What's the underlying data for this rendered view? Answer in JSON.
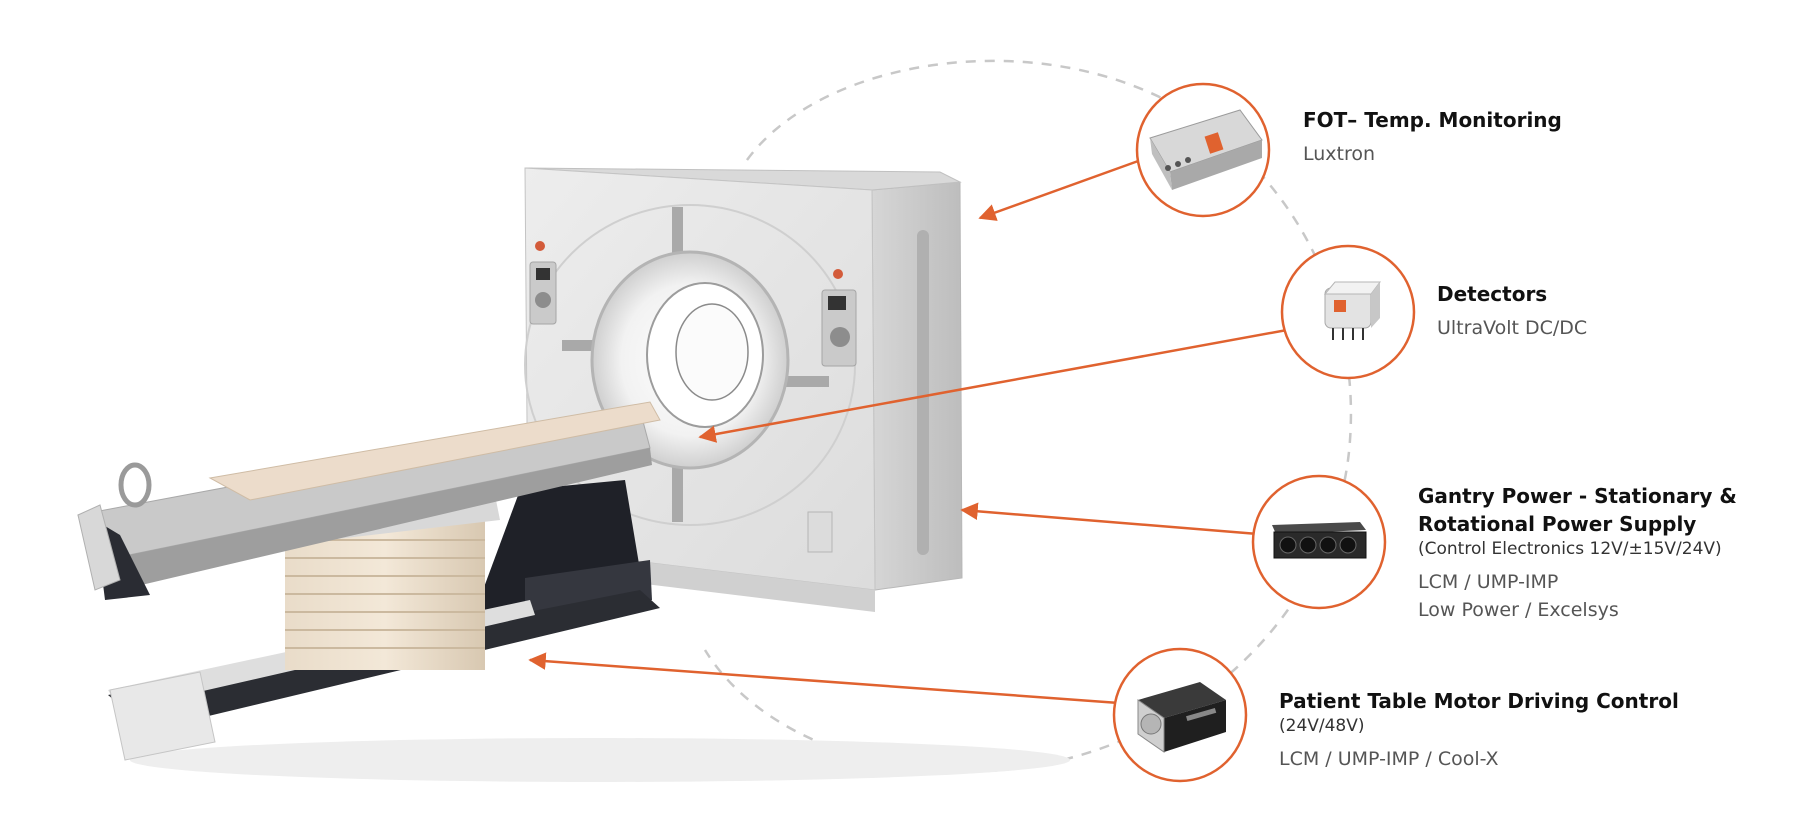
{
  "colors": {
    "accent": "#e0622f",
    "dashed_ring": "#c8c8c8",
    "machine_body": "#e6e6e6",
    "machine_shadow": "#c6c6c6",
    "table_cushion": "#ecdccb",
    "dark_trim": "#2a2c33"
  },
  "callouts": [
    {
      "title": "FOT– Temp. Monitoring",
      "products": [
        "Luxtron"
      ],
      "icon": "temperature-monitor-module-icon"
    },
    {
      "title": "Detectors",
      "products": [
        "UltraVolt DC/DC"
      ],
      "icon": "dc-dc-converter-module-icon"
    },
    {
      "title_lines": [
        "Gantry Power - Stationary &",
        "Rotational Power Supply"
      ],
      "subtitle": "(Control Electronics 12V/±15V/24V)",
      "products": [
        "LCM / UMP-IMP",
        "Low Power / Excelsys"
      ],
      "icon": "rack-power-supply-icon"
    },
    {
      "title": "Patient Table Motor Driving Control",
      "subtitle": "(24V/48V)",
      "products": [
        "LCM / UMP-IMP / Cool-X"
      ],
      "icon": "power-supply-unit-icon"
    }
  ]
}
